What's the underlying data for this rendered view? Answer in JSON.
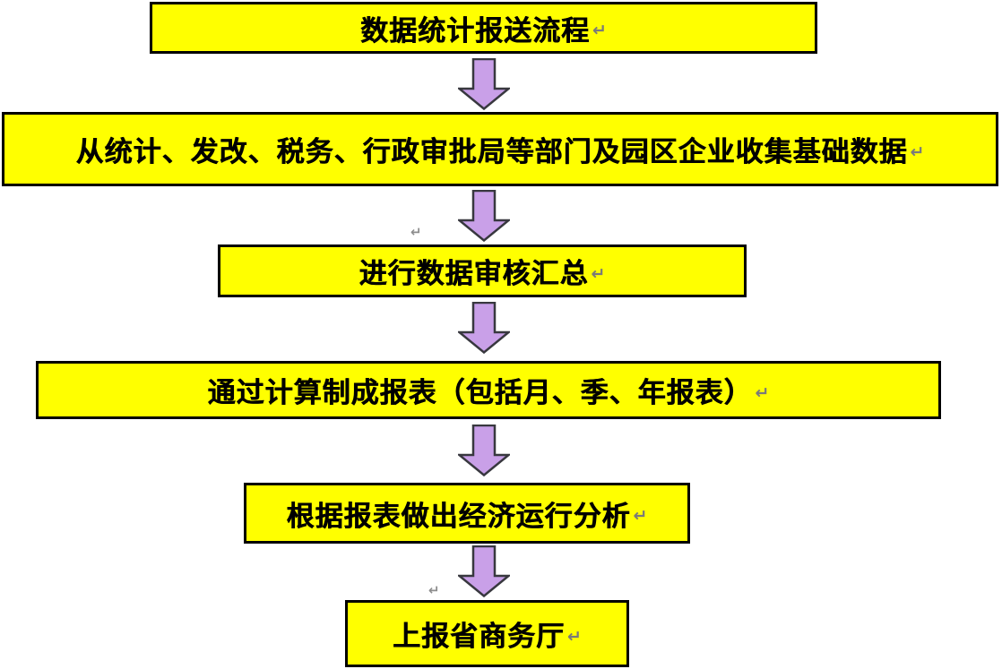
{
  "diagram": {
    "type": "flowchart",
    "title": "数据统计报送流程",
    "steps": [
      {
        "id": 1,
        "text": "数据统计报送流程"
      },
      {
        "id": 2,
        "text": "从统计、发改、税务、行政审批局等部门及园区企业收集基础数据"
      },
      {
        "id": 3,
        "text": "进行数据审核汇总"
      },
      {
        "id": 4,
        "text": "通过计算制成报表（包括月、季、年报表）"
      },
      {
        "id": 5,
        "text": "根据报表做出经济运行分析"
      },
      {
        "id": 6,
        "text": "上报省商务厅"
      }
    ],
    "connections": [
      {
        "from": 1,
        "to": 2
      },
      {
        "from": 2,
        "to": 3
      },
      {
        "from": 3,
        "to": 4
      },
      {
        "from": 4,
        "to": 5
      },
      {
        "from": 5,
        "to": 6
      }
    ]
  },
  "marks": {
    "return_mark": "↵"
  },
  "colors": {
    "box_fill": "#FFFF00",
    "box_border": "#000000",
    "arrow_fill": "#C9A0E8",
    "arrow_border": "#38383F",
    "text": "#000000",
    "mark_gray": "#7A7A7A",
    "background": "#FFFFFF"
  }
}
